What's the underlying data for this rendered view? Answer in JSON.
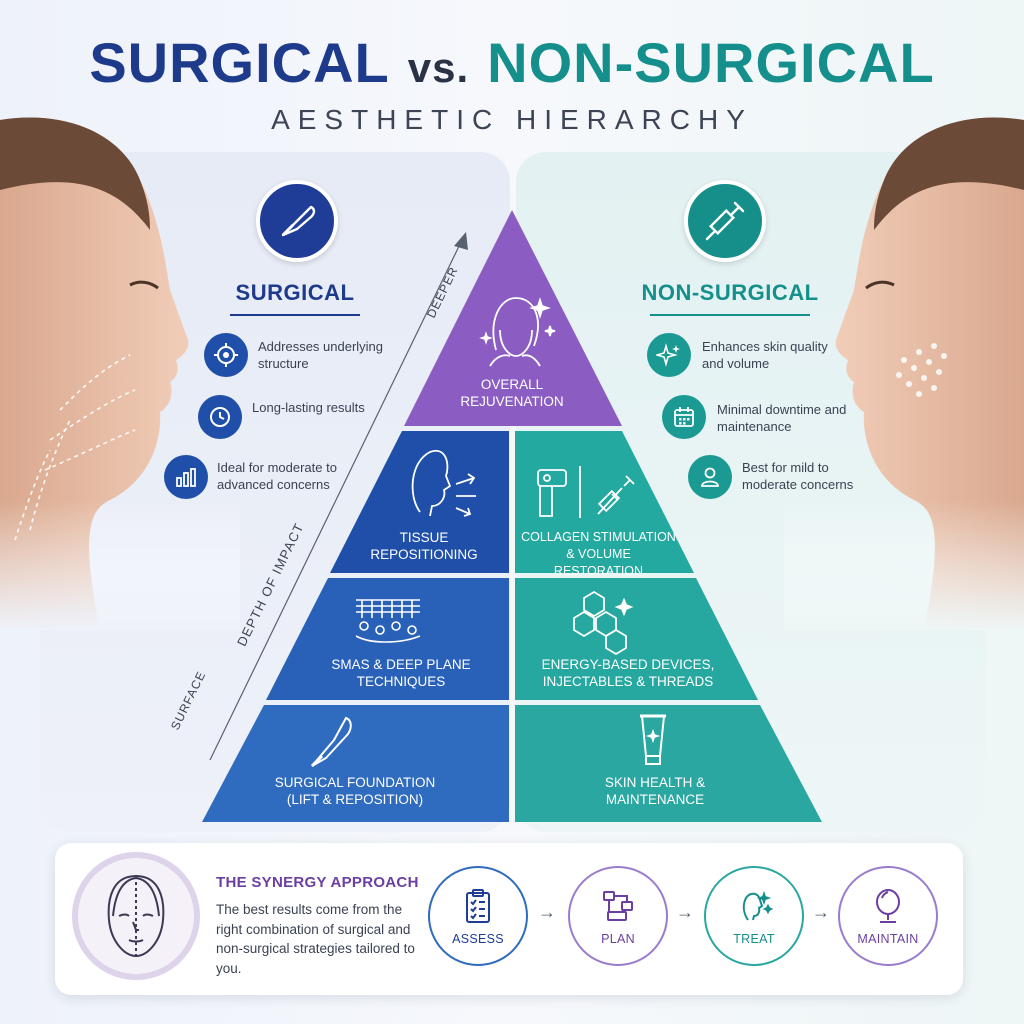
{
  "header": {
    "title_surgical": "SURGICAL",
    "title_vs": "vs.",
    "title_non_surgical": "NON-SURGICAL",
    "subtitle": "AESTHETIC HIERARCHY"
  },
  "surgical": {
    "label": "SURGICAL",
    "icon": "scalpel-icon",
    "features": [
      {
        "icon": "target-icon",
        "text": "Addresses underlying structure"
      },
      {
        "icon": "clock-icon",
        "text": "Long-lasting results"
      },
      {
        "icon": "bar-chart-icon",
        "text": "Ideal for moderate to advanced concerns"
      }
    ]
  },
  "non_surgical": {
    "label": "NON-SURGICAL",
    "icon": "syringe-icon",
    "features": [
      {
        "icon": "sparkle-icon",
        "text": "Enhances skin quality and volume"
      },
      {
        "icon": "calendar-icon",
        "text": "Minimal downtime and maintenance"
      },
      {
        "icon": "user-icon",
        "text": "Best for mild to moderate concerns"
      }
    ]
  },
  "axis": {
    "label": "DEPTH OF IMPACT",
    "top": "DEEPER",
    "bottom": "SURFACE"
  },
  "pyramid": {
    "apex": "OVERALL REJUVENATION",
    "surgical_tiers": [
      "TISSUE REPOSITIONING",
      "SMAS & DEEP PLANE TECHNIQUES",
      "SURGICAL FOUNDATION (LIFT & REPOSITION)"
    ],
    "non_surgical_tiers": [
      "COLLAGEN STIMULATION & VOLUME RESTORATION",
      "ENERGY-BASED DEVICES, INJECTABLES & THREADS",
      "SKIN HEALTH & MAINTENANCE"
    ]
  },
  "synergy": {
    "title": "THE SYNERGY APPROACH",
    "text": "The best results come from the right combination of surgical and non-surgical strategies tailored to you.",
    "steps": [
      "ASSESS",
      "PLAN",
      "TREAT",
      "MAINTAIN"
    ]
  },
  "colors": {
    "navy": "#1e3a8a",
    "teal": "#148f8c",
    "purple": "#8a5cc0"
  }
}
